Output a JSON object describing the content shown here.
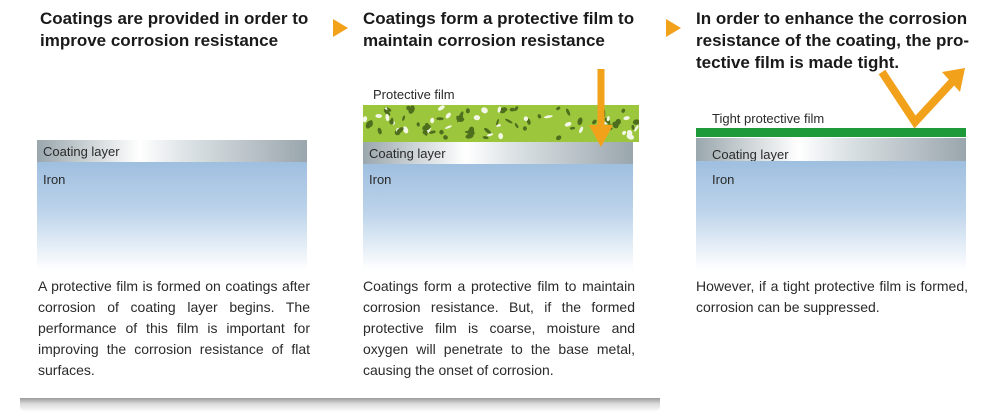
{
  "steps": [
    {
      "heading": "Coatings are provided in order to improve corrosion resistance",
      "layers": {
        "coating": "Coating layer",
        "iron": "Iron"
      },
      "description": "A protective film is formed on coatings after corrosion of coating layer begins. The performance of this film is impor­tant for improving the corrosion resis­tance of flat surfaces."
    },
    {
      "heading": "Coatings form a protective film to maintain corrosion resistance",
      "film_label": "Protective film",
      "layers": {
        "coating": "Coating layer",
        "iron": "Iron"
      },
      "description": "Coatings form a protective film to main­tain corrosion resistance. But, if the formed protective film is coarse, moisture and oxygen will penetrate to the base metal, causing the onset of corrosion."
    },
    {
      "heading": "In order to enhance the corrosion resistance of the coating, the pro­tective film is made tight.",
      "film_label": "Tight protective film",
      "layers": {
        "coating": "Coating layer",
        "iron": "Iron"
      },
      "description": "However, if a tight protective film is formed, corrosion can be suppressed."
    }
  ],
  "colors": {
    "accent_arrow": "#f2a11b",
    "protective_film": "#9cc63c",
    "tight_film": "#1f9a3a",
    "iron": "#9fbfe0"
  },
  "icons": [
    "step-arrow-icon",
    "penetrating-arrow-icon",
    "deflected-arrow-icon"
  ]
}
